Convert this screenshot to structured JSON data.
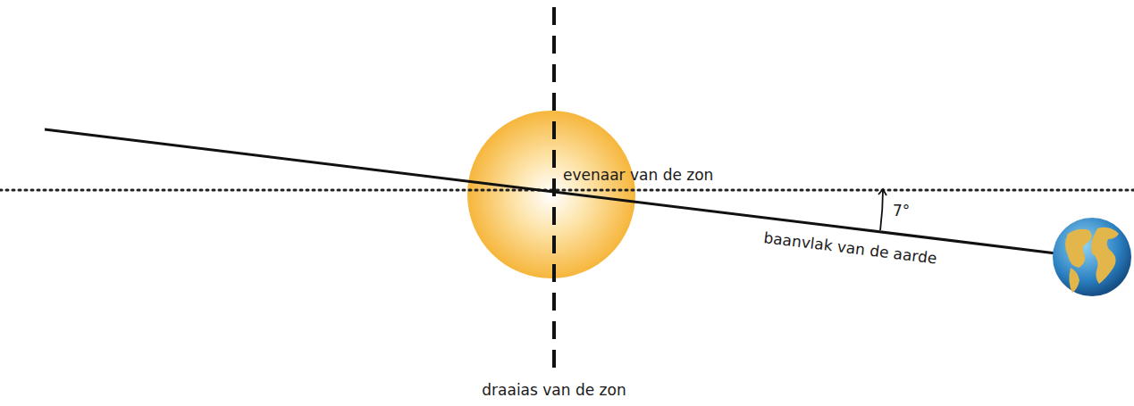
{
  "diagram": {
    "labels": [
      "evenaar van de zon",
      "7°",
      "baanvlak van de aarde",
      "draaias van de zon"
    ]
  }
}
